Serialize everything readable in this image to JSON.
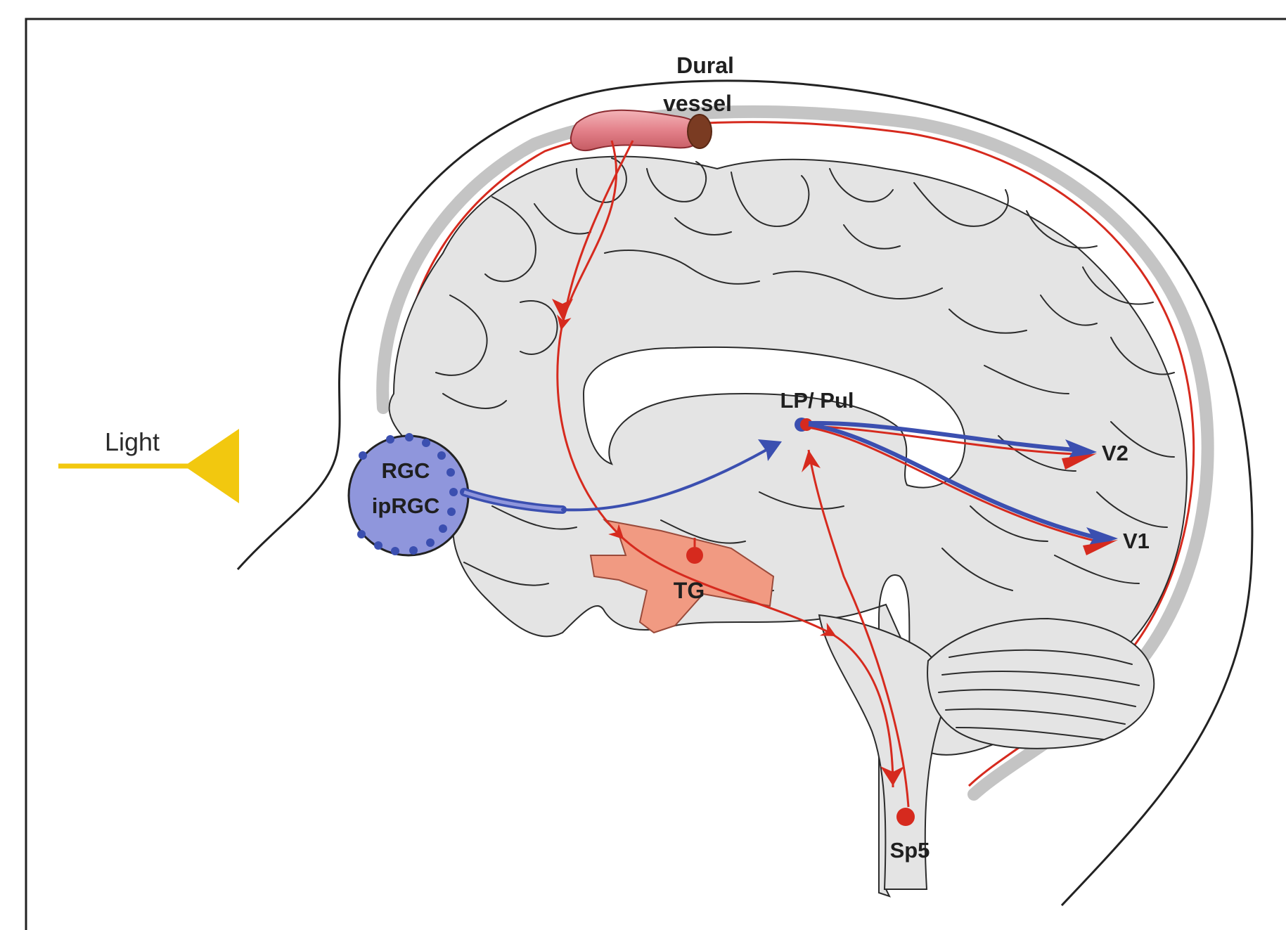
{
  "labels": {
    "dural_vessel_line1": "Dural",
    "dural_vessel_line2": "vessel",
    "light": "Light",
    "rgc": "RGC",
    "iprgc": "ipRGC",
    "lp_pul": "LP/ Pul",
    "v2": "V2",
    "v1": "V1",
    "tg": "TG",
    "sp5": "Sp5"
  },
  "colors": {
    "trigeminal_pathway": "#d62a1e",
    "retinal_pathway": "#3b4fb0",
    "light": "#f2c80f",
    "eye": "#8f96dc",
    "brain": "#e4e4e4",
    "dura": "#c4c4c4",
    "ganglion": "#f19a82",
    "vessel": "#e3818a"
  }
}
